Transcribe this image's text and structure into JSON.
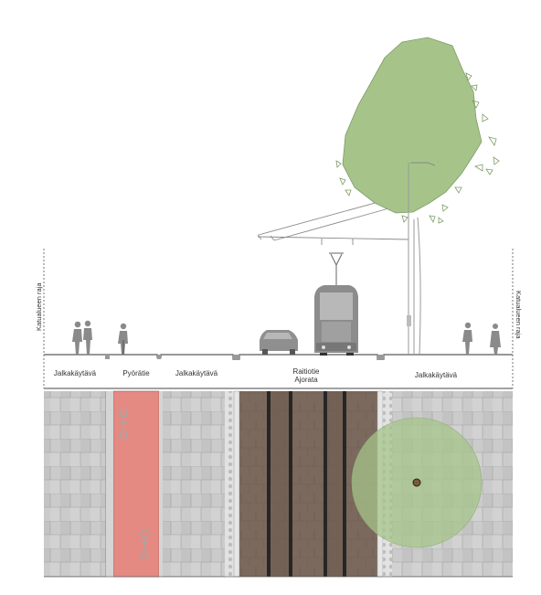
{
  "boundary": {
    "left_label": "Katualueen raja",
    "right_label": "Katualueen raja"
  },
  "zones": {
    "sidewalk_left": "Jalkakäytävä",
    "bike_path": "Pyörätie",
    "sidewalk_mid": "Jalkakäytävä",
    "tram_line": "Raitiotie",
    "roadway": "Ajorata",
    "sidewalk_right": "Jalkakäytävä"
  },
  "colors": {
    "paving": "#c9c9c9",
    "paving_joint": "#9e9e9e",
    "bike_lane": "#e48a82",
    "tram_paving": "#7d6a5e",
    "rail": "#2a2a2a",
    "tree_canopy": "#a6c48a",
    "tree_outline": "#6f8f55",
    "figures": "#8a8a8a"
  }
}
